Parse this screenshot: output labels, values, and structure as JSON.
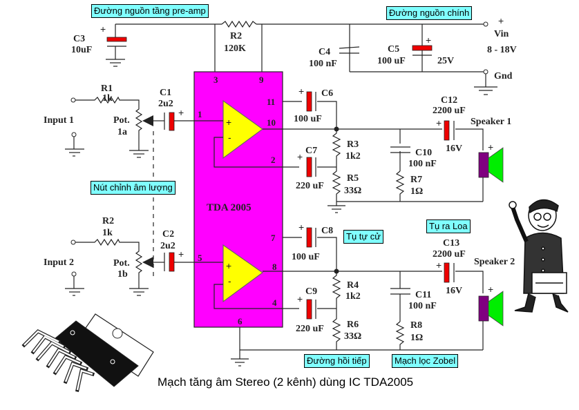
{
  "caption": "Mạch tăng âm Stereo (2 kênh) dùng IC TDA2005",
  "ic": {
    "name": "TDA 2005",
    "color": "#ff00ff",
    "opamp_color": "#ffff00",
    "pins": {
      "p1": "1",
      "p2": "2",
      "p3": "3",
      "p4": "4",
      "p5": "5",
      "p6": "6",
      "p7": "7",
      "p8": "8",
      "p9": "9",
      "p10": "10",
      "p11": "11"
    },
    "plus_sign": "+",
    "minus_sign": "-"
  },
  "notes": {
    "preamp_rail": "Đường nguồn tầng pre-amp",
    "main_rail": "Đường nguồn chính",
    "volume_knob": "Nút chỉnh âm lượng",
    "bootstrap_cap": "Tụ tự cử",
    "speaker_cap": "Tụ ra Loa",
    "feedback_path": "Đường hồi tiếp",
    "zobel_filter": "Mạch lọc Zobel"
  },
  "power": {
    "vin_label": "Vin",
    "vin_range": "8 - 18V",
    "gnd_label": "Gnd",
    "plus": "+"
  },
  "components": {
    "C3": {
      "name": "C3",
      "value": "10uF"
    },
    "R2_top": {
      "name": "R2",
      "value": "120K"
    },
    "C4": {
      "name": "C4",
      "value": "100 nF"
    },
    "C5": {
      "name": "C5",
      "value": "100 uF",
      "rating": "25V"
    },
    "R1": {
      "name": "R1",
      "value": "1k"
    },
    "R2_in": {
      "name": "R2",
      "value": "1k"
    },
    "C1": {
      "name": "C1",
      "value": "2u2"
    },
    "C2": {
      "name": "C2",
      "value": "2u2"
    },
    "pot1": {
      "name": "Pot.",
      "value": "1a"
    },
    "pot2": {
      "name": "Pot.",
      "value": "1b"
    },
    "C6": {
      "name": "C6",
      "value": "100 uF"
    },
    "C7": {
      "name": "C7",
      "value": "220 uF"
    },
    "C8": {
      "name": "C8",
      "value": "100 uF"
    },
    "C9": {
      "name": "C9",
      "value": "220 uF"
    },
    "R3": {
      "name": "R3",
      "value": "1k2"
    },
    "R4": {
      "name": "R4",
      "value": "1k2"
    },
    "R5": {
      "name": "R5",
      "value": "33Ω"
    },
    "R6": {
      "name": "R6",
      "value": "33Ω"
    },
    "C10": {
      "name": "C10",
      "value": "100 nF"
    },
    "C11": {
      "name": "C11",
      "value": "100 nF"
    },
    "R7": {
      "name": "R7",
      "value": "1Ω"
    },
    "R8": {
      "name": "R8",
      "value": "1Ω"
    },
    "C12": {
      "name": "C12",
      "value": "2200 uF",
      "rating": "16V"
    },
    "C13": {
      "name": "C13",
      "value": "2200 uF",
      "rating": "16V"
    }
  },
  "inputs": {
    "in1": "Input 1",
    "in2": "Input 2"
  },
  "speakers": {
    "sp1": "Speaker 1",
    "sp2": "Speaker 2",
    "plus": "+"
  },
  "colors": {
    "electrolytic": "#ee0000",
    "speaker_body": "#800080",
    "speaker_cone": "#00ee00",
    "note_bg": "#80ffff"
  }
}
